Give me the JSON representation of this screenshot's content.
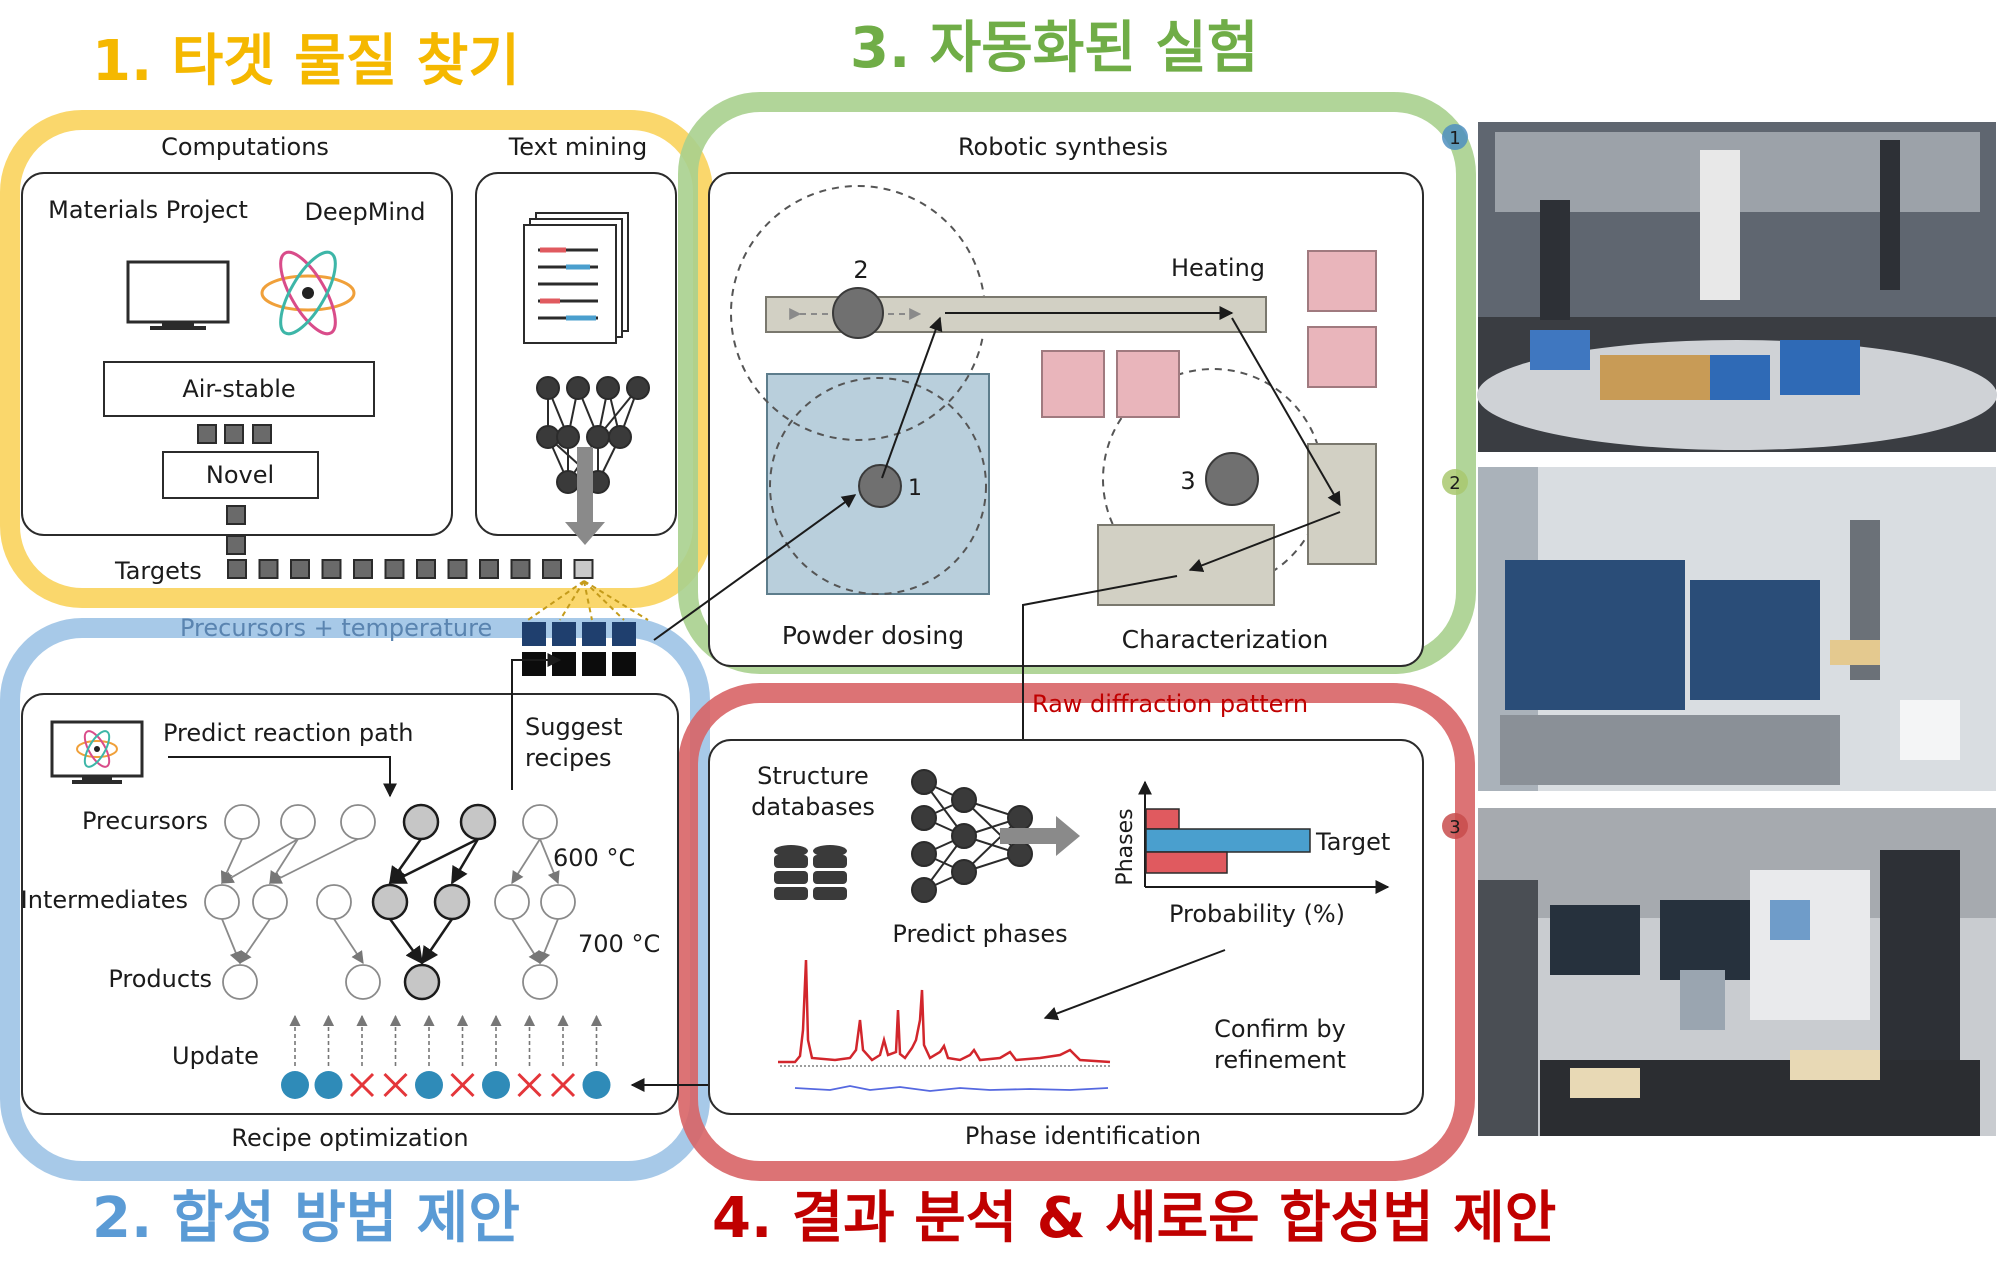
{
  "headings": {
    "step1": "1. 타겟 물질 찾기",
    "step2": "2. 합성 방법 제안",
    "step3": "3. 자동화된 실험",
    "step4": "4. 결과 분석 & 새로운 합성법 제안"
  },
  "colors": {
    "step1": "#f9d35c",
    "step2": "#9dc3e6",
    "step3": "#a9d08e",
    "step4": "#d86466",
    "step1_text": "#f5b800",
    "step2_text": "#5b9bd5",
    "step3_text": "#70ad47",
    "step4_text": "#c00000",
    "dosing_fill": "#b9cfdc",
    "sample_fill": "#e9b5bb",
    "station_fill": "#d2d0c4",
    "bar_target": "#4a9fce",
    "bar_red": "#e05a5f",
    "dot_blue": "#2f8bb8",
    "cross_red": "#e4363a"
  },
  "computations": {
    "label": "Computations",
    "materials_project": "Materials Project",
    "deepmind": "DeepMind",
    "air_stable": "Air-stable",
    "novel": "Novel",
    "targets": "Targets"
  },
  "text_mining": {
    "label": "Text mining"
  },
  "precursors_temperature": "Precursors + temperature",
  "robotic": {
    "label": "Robotic synthesis",
    "heating": "Heating",
    "powder_dosing": "Powder dosing",
    "characterization": "Characterization",
    "station1": "1",
    "station2": "2",
    "station3": "3"
  },
  "raw_diffraction": "Raw diffraction pattern",
  "recipe": {
    "predict_reaction_path": "Predict reaction path",
    "suggest": "Suggest",
    "recipes": "recipes",
    "precursors": "Precursors",
    "intermediates": "Intermediates",
    "products": "Products",
    "temp_600": "600 °C",
    "temp_700": "700 °C",
    "update": "Update",
    "label": "Recipe optimization",
    "outcomes": [
      "ok",
      "ok",
      "x",
      "x",
      "ok",
      "x",
      "ok",
      "x",
      "x",
      "ok"
    ]
  },
  "phase": {
    "structure": "Structure",
    "databases": "databases",
    "predict_phases": "Predict phases",
    "phases_axis": "Phases",
    "probability_axis": "Probability (%)",
    "target": "Target",
    "confirm_by": "Confirm by",
    "refinement": "refinement",
    "label": "Phase identification"
  },
  "photos": {
    "badges": [
      "1",
      "2",
      "3"
    ]
  }
}
